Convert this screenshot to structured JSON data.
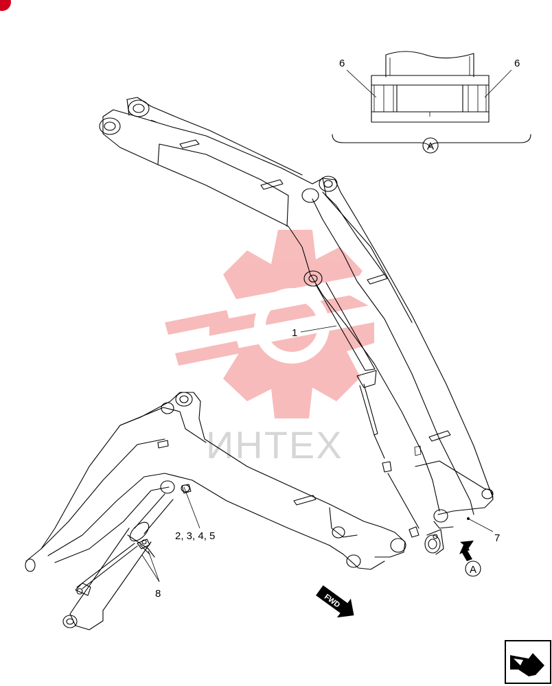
{
  "callouts": {
    "boom_cylinder": "1",
    "cylinder_items": "2, 3, 4, 5",
    "detail_left_6": "6",
    "detail_right_6": "6",
    "grease_fitting": "7",
    "hose_items": "8",
    "view_a_arrow": "A",
    "view_a_detail": "A"
  },
  "forward_arrow": {
    "label": "FWD"
  },
  "watermark": {
    "text": "ИНТЕХ"
  },
  "colors": {
    "watermark": "#f07a7a",
    "line": "#000000",
    "corner_mark": "#d0021b"
  },
  "icons": {
    "navigation": "next-page-arrow-icon"
  }
}
